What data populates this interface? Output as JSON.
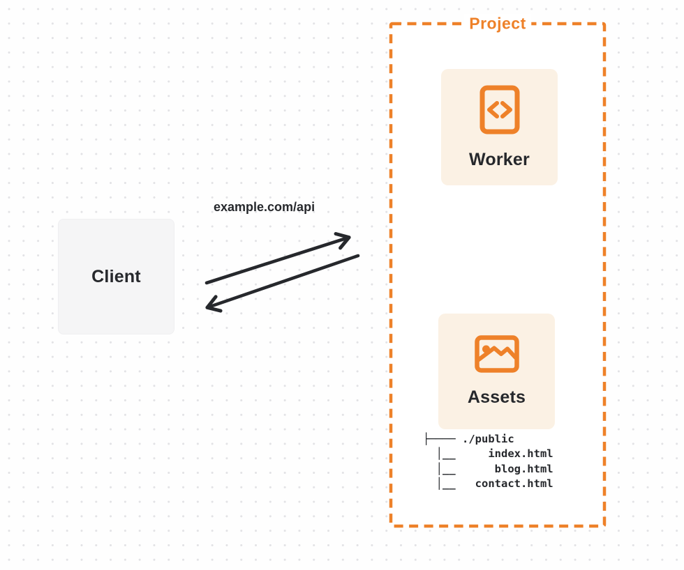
{
  "colors": {
    "accent_orange": "#EE8129",
    "ink": "#26282C",
    "worker_assets_card_bg": "#FBF1E4",
    "client_card_bg": "#F5F5F6",
    "dot_grid": "#E2E2E5",
    "background": "#FEFEFE"
  },
  "diagram": {
    "project": {
      "label": "Project"
    },
    "worker": {
      "label": "Worker",
      "icon": "code-file-icon"
    },
    "assets": {
      "label": "Assets",
      "icon": "image-icon",
      "file_tree": "├──── ./public\n  │__     index.html\n  │__      blog.html\n  │__   contact.html"
    },
    "client": {
      "label": "Client"
    },
    "edge": {
      "label": "example.com/api",
      "from": "Client",
      "to": "Project",
      "bidirectional": true
    }
  }
}
